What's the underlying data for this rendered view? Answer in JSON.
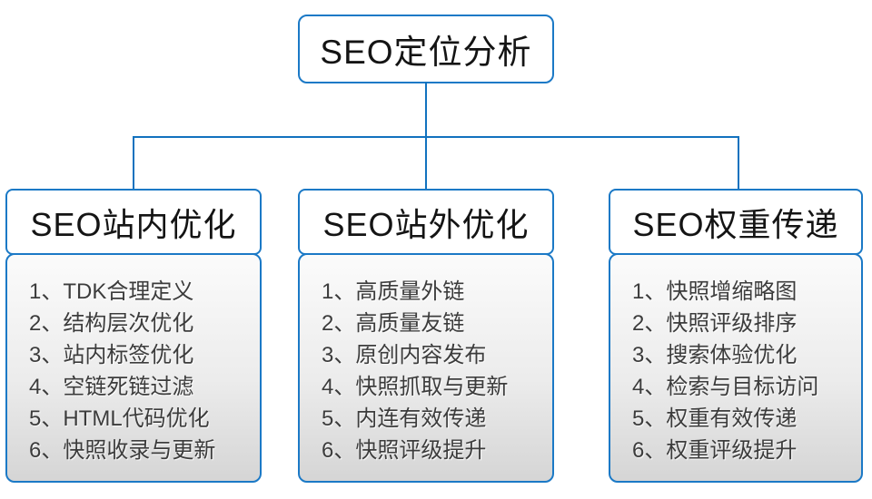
{
  "diagram": {
    "title": "SEO定位分析",
    "columns": [
      {
        "header": "SEO站内优化",
        "items": [
          "1、TDK合理定义",
          "2、结构层次优化",
          "3、站内标签优化",
          "4、空链死链过滤",
          "5、HTML代码优化",
          "6、快照收录与更新"
        ]
      },
      {
        "header": "SEO站外优化",
        "items": [
          "1、高质量外链",
          "2、高质量友链",
          "3、原创内容发布",
          "4、快照抓取与更新",
          "5、内连有效传递",
          "6、快照评级提升"
        ]
      },
      {
        "header": "SEO权重传递",
        "items": [
          "1、快照增缩略图",
          "2、快照评级排序",
          "3、搜索体验优化",
          "4、检索与目标访问",
          "5、权重有效传递",
          "6、权重评级提升"
        ]
      }
    ]
  },
  "colors": {
    "background": "#ffffff",
    "border_blue": "#1b79c6",
    "connector_blue": "#1272bf",
    "header_text": "#141414",
    "list_text": "#3c3c3c",
    "list_gradient_top": "#fbfbfb",
    "list_gradient_bottom": "#d5d5d5"
  }
}
